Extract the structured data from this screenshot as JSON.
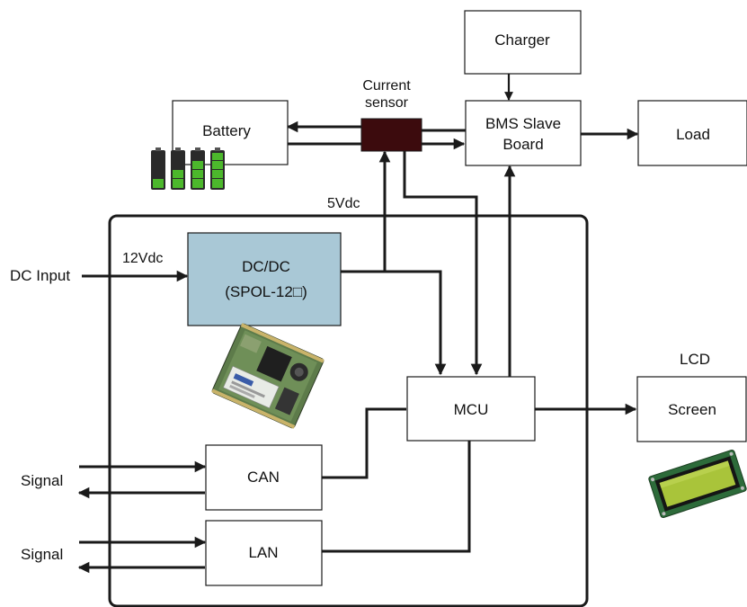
{
  "blocks": {
    "charger": "Charger",
    "current_sensor_line1": "Current",
    "current_sensor_line2": "sensor",
    "battery": "Battery",
    "bms_line1": "BMS Slave",
    "bms_line2": "Board",
    "load": "Load",
    "dcdc_line1": "DC/DC",
    "dcdc_line2": "(SPOL-12□)",
    "mcu": "MCU",
    "lcd_title": "LCD",
    "screen": "Screen",
    "can": "CAN",
    "lan": "LAN"
  },
  "labels": {
    "five_vdc": "5Vdc",
    "twelve_vdc": "12Vdc",
    "dc_input": "DC Input",
    "signal_can": "Signal",
    "signal_lan": "Signal"
  },
  "colors": {
    "current_sensor_fill": "#3c0b0d",
    "dcdc_fill": "#a9c8d6",
    "battery_green": "#4cb82c",
    "lcd_screen_green": "#a9c43a"
  },
  "icons": {
    "battery": "battery-charge-levels-icon",
    "dcdc_module": "dcdc-module-photo",
    "lcd_module": "lcd-module-photo"
  }
}
